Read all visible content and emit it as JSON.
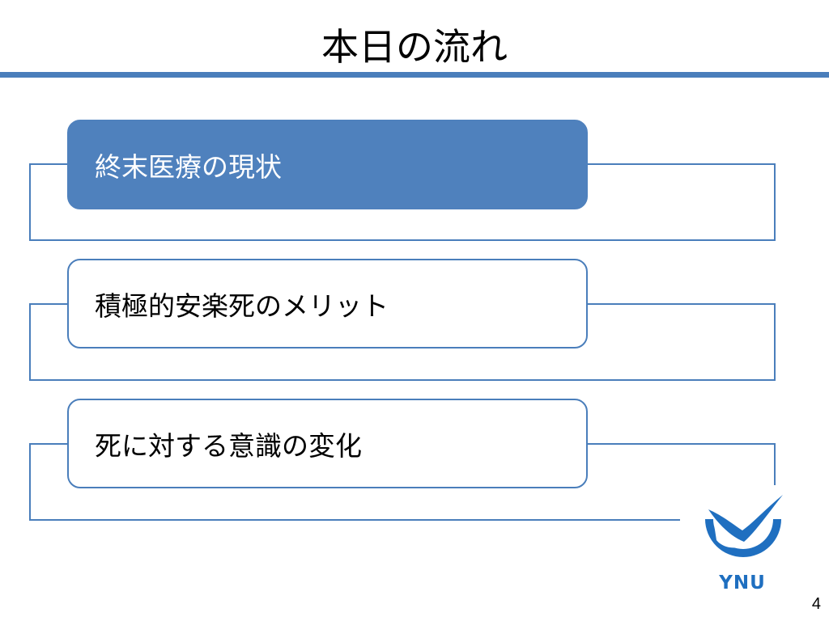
{
  "slide": {
    "title": "本日の流れ",
    "page_number": "4"
  },
  "agenda": {
    "items": [
      {
        "label": "終末医療の現状",
        "active": true
      },
      {
        "label": "積極的安楽死のメリット",
        "active": false
      },
      {
        "label": "死に対する意識の変化",
        "active": false
      }
    ]
  },
  "logo": {
    "text": "YNU",
    "color": "#1f6fc0"
  },
  "colors": {
    "accent": "#4a7ebb",
    "active_fill": "#4f81bd"
  }
}
